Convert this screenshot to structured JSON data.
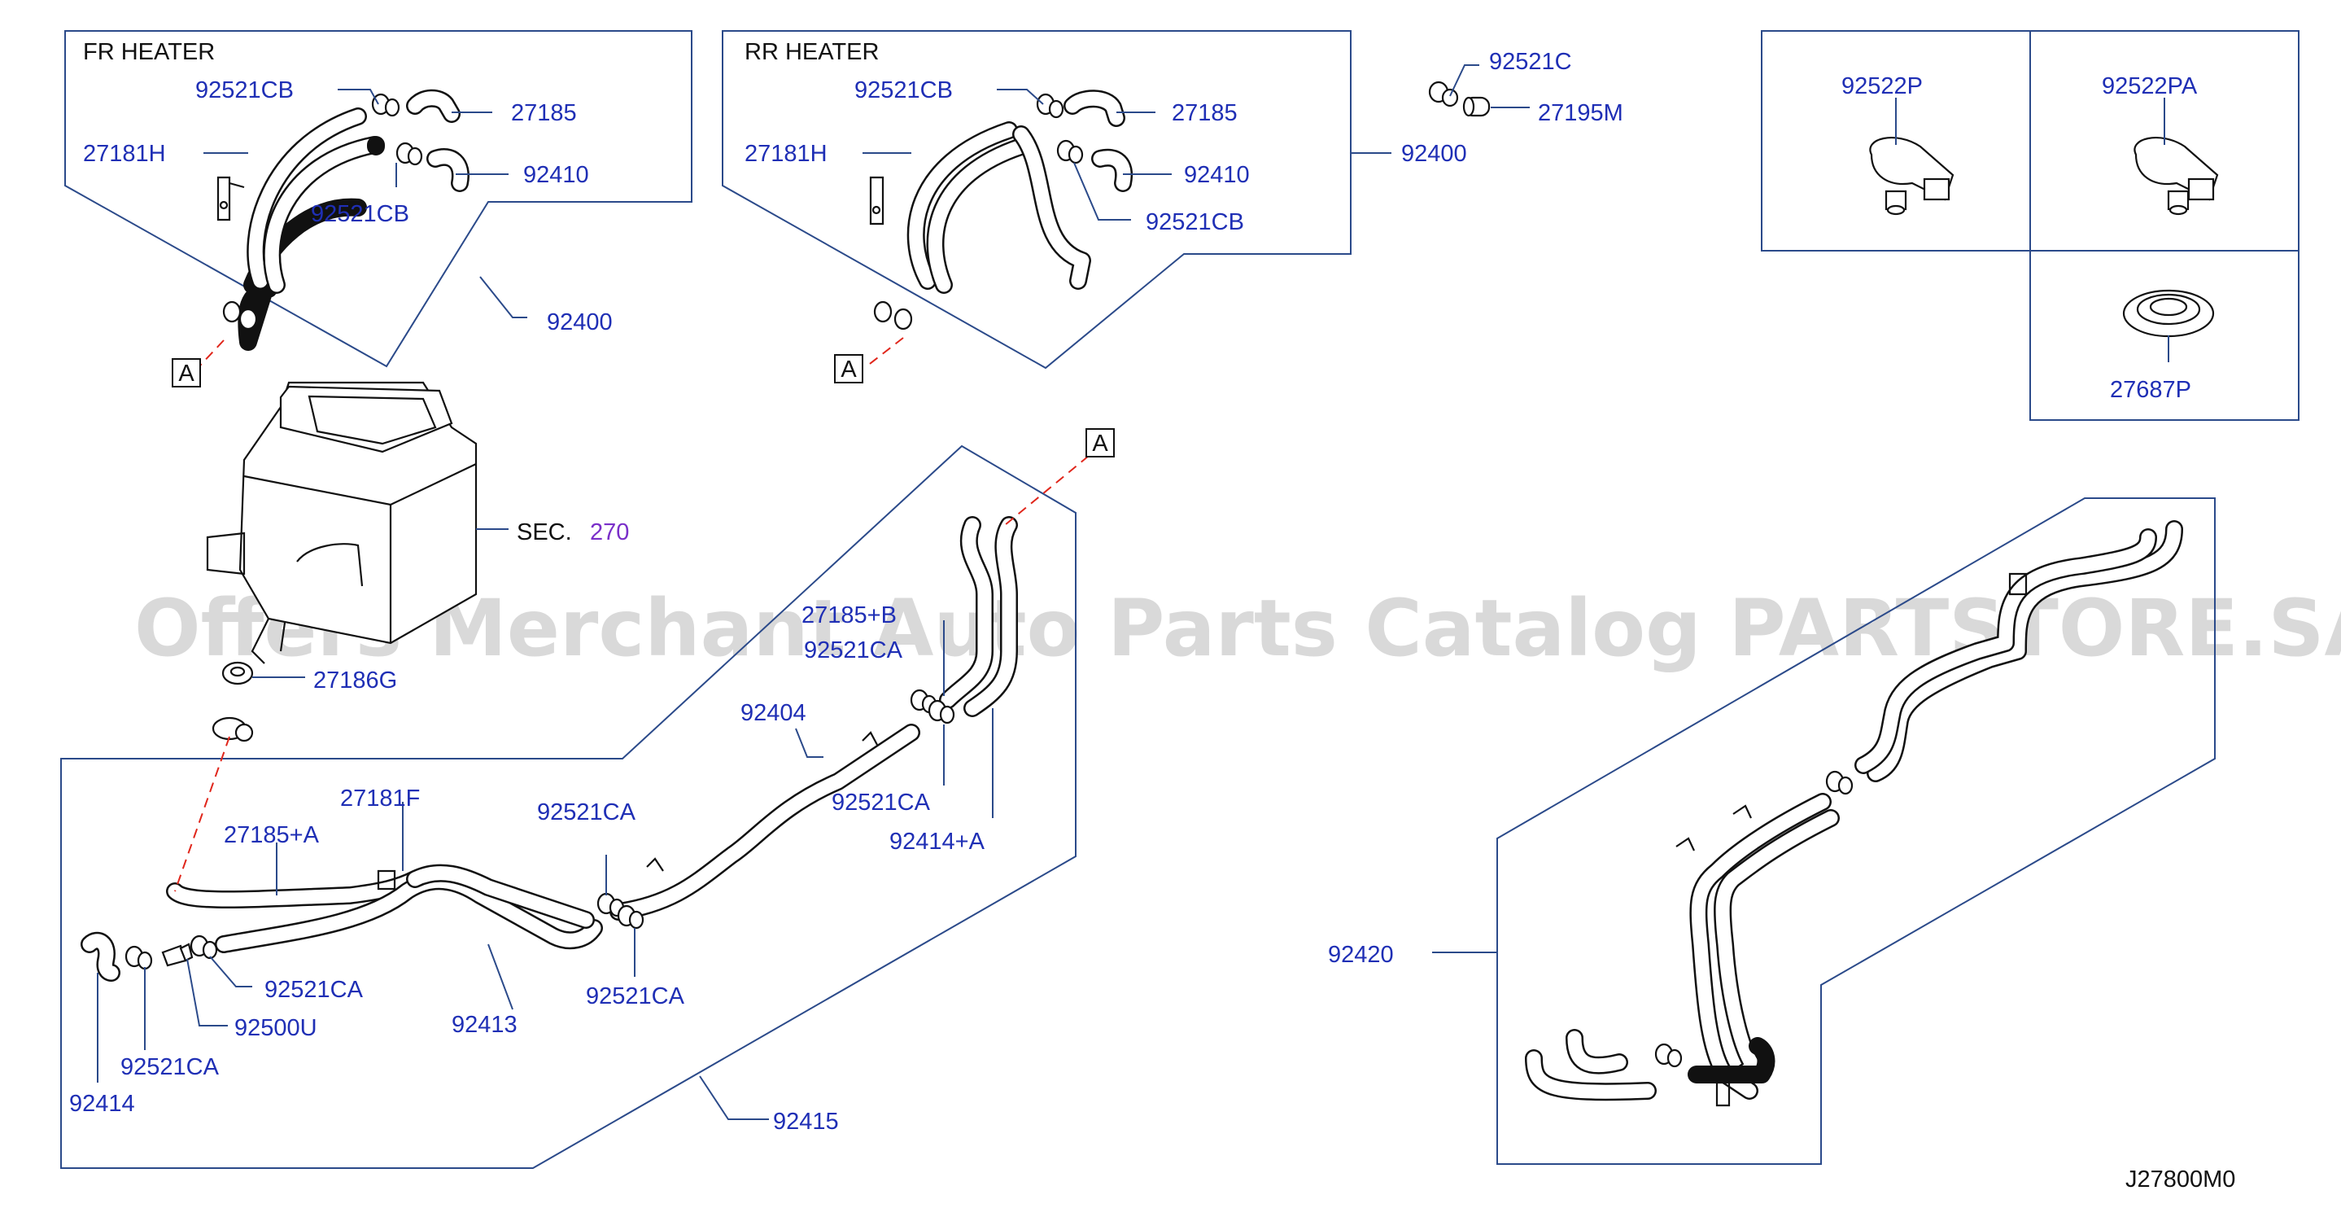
{
  "labels": {
    "fr_heater": "FR  HEATER",
    "rr_heater": "RR  HEATER",
    "p92521CB": "92521CB",
    "p27185": "27185",
    "p27181H": "27181H",
    "p92410": "92410",
    "p92400": "92400",
    "p92521C": "92521C",
    "p27195M": "27195M",
    "p92522P": "92522P",
    "p92522PA": "92522PA",
    "p27687P": "27687P",
    "sec": "SEC.",
    "sec_num": "270",
    "p27185B": "27185+B",
    "p92521CA": "92521CA",
    "p27186G": "27186G",
    "p92404": "92404",
    "p92414A": "92414+A",
    "p27181F": "27181F",
    "p27185A": "27185+A",
    "p92413": "92413",
    "p92500U": "92500U",
    "p92414": "92414",
    "p92415": "92415",
    "p92420": "92420",
    "ref_a": "A",
    "diagram_id": "J27800M0"
  },
  "watermark": "Offers Merchant Auto Parts Catalog PARTSTORE.SA",
  "colors": {
    "label_blue": "#1f2fb5",
    "section_purple": "#7a2fc9",
    "line_blue": "#2b4a8a",
    "dashed_red": "#e0261b"
  }
}
